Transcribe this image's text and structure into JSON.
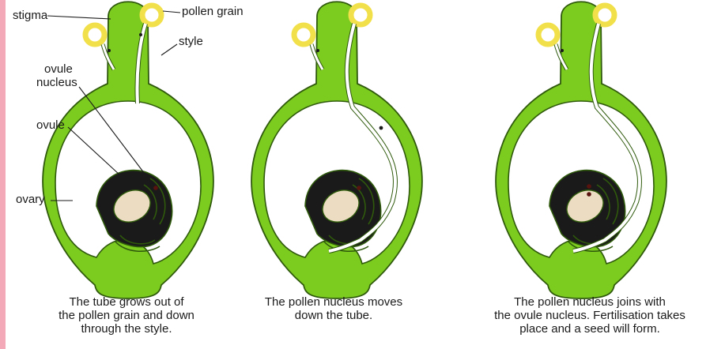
{
  "labels": {
    "stigma": "stigma",
    "pollen_grain": "pollen grain",
    "style": "style",
    "ovule_nucleus_line1": "ovule",
    "ovule_nucleus_line2": "nucleus",
    "ovule": "ovule",
    "ovary": "ovary"
  },
  "captions": [
    {
      "lines": [
        "The tube grows out of",
        "the pollen grain and down",
        "through the style."
      ]
    },
    {
      "lines": [
        "The pollen nucleus moves",
        "down the tube."
      ]
    },
    {
      "lines": [
        "The pollen nucleus joins with",
        "the ovule nucleus. Fertilisation takes",
        "place and a seed will form."
      ]
    }
  ],
  "colors": {
    "carpel_green": "#7ccb1f",
    "outline": "#2f5a0c",
    "pollen_yellow": "#f2e04a",
    "ovule_cream": "#ecdcc2",
    "nucleus": "#5a1410",
    "left_strip": "#f4a9b8"
  }
}
